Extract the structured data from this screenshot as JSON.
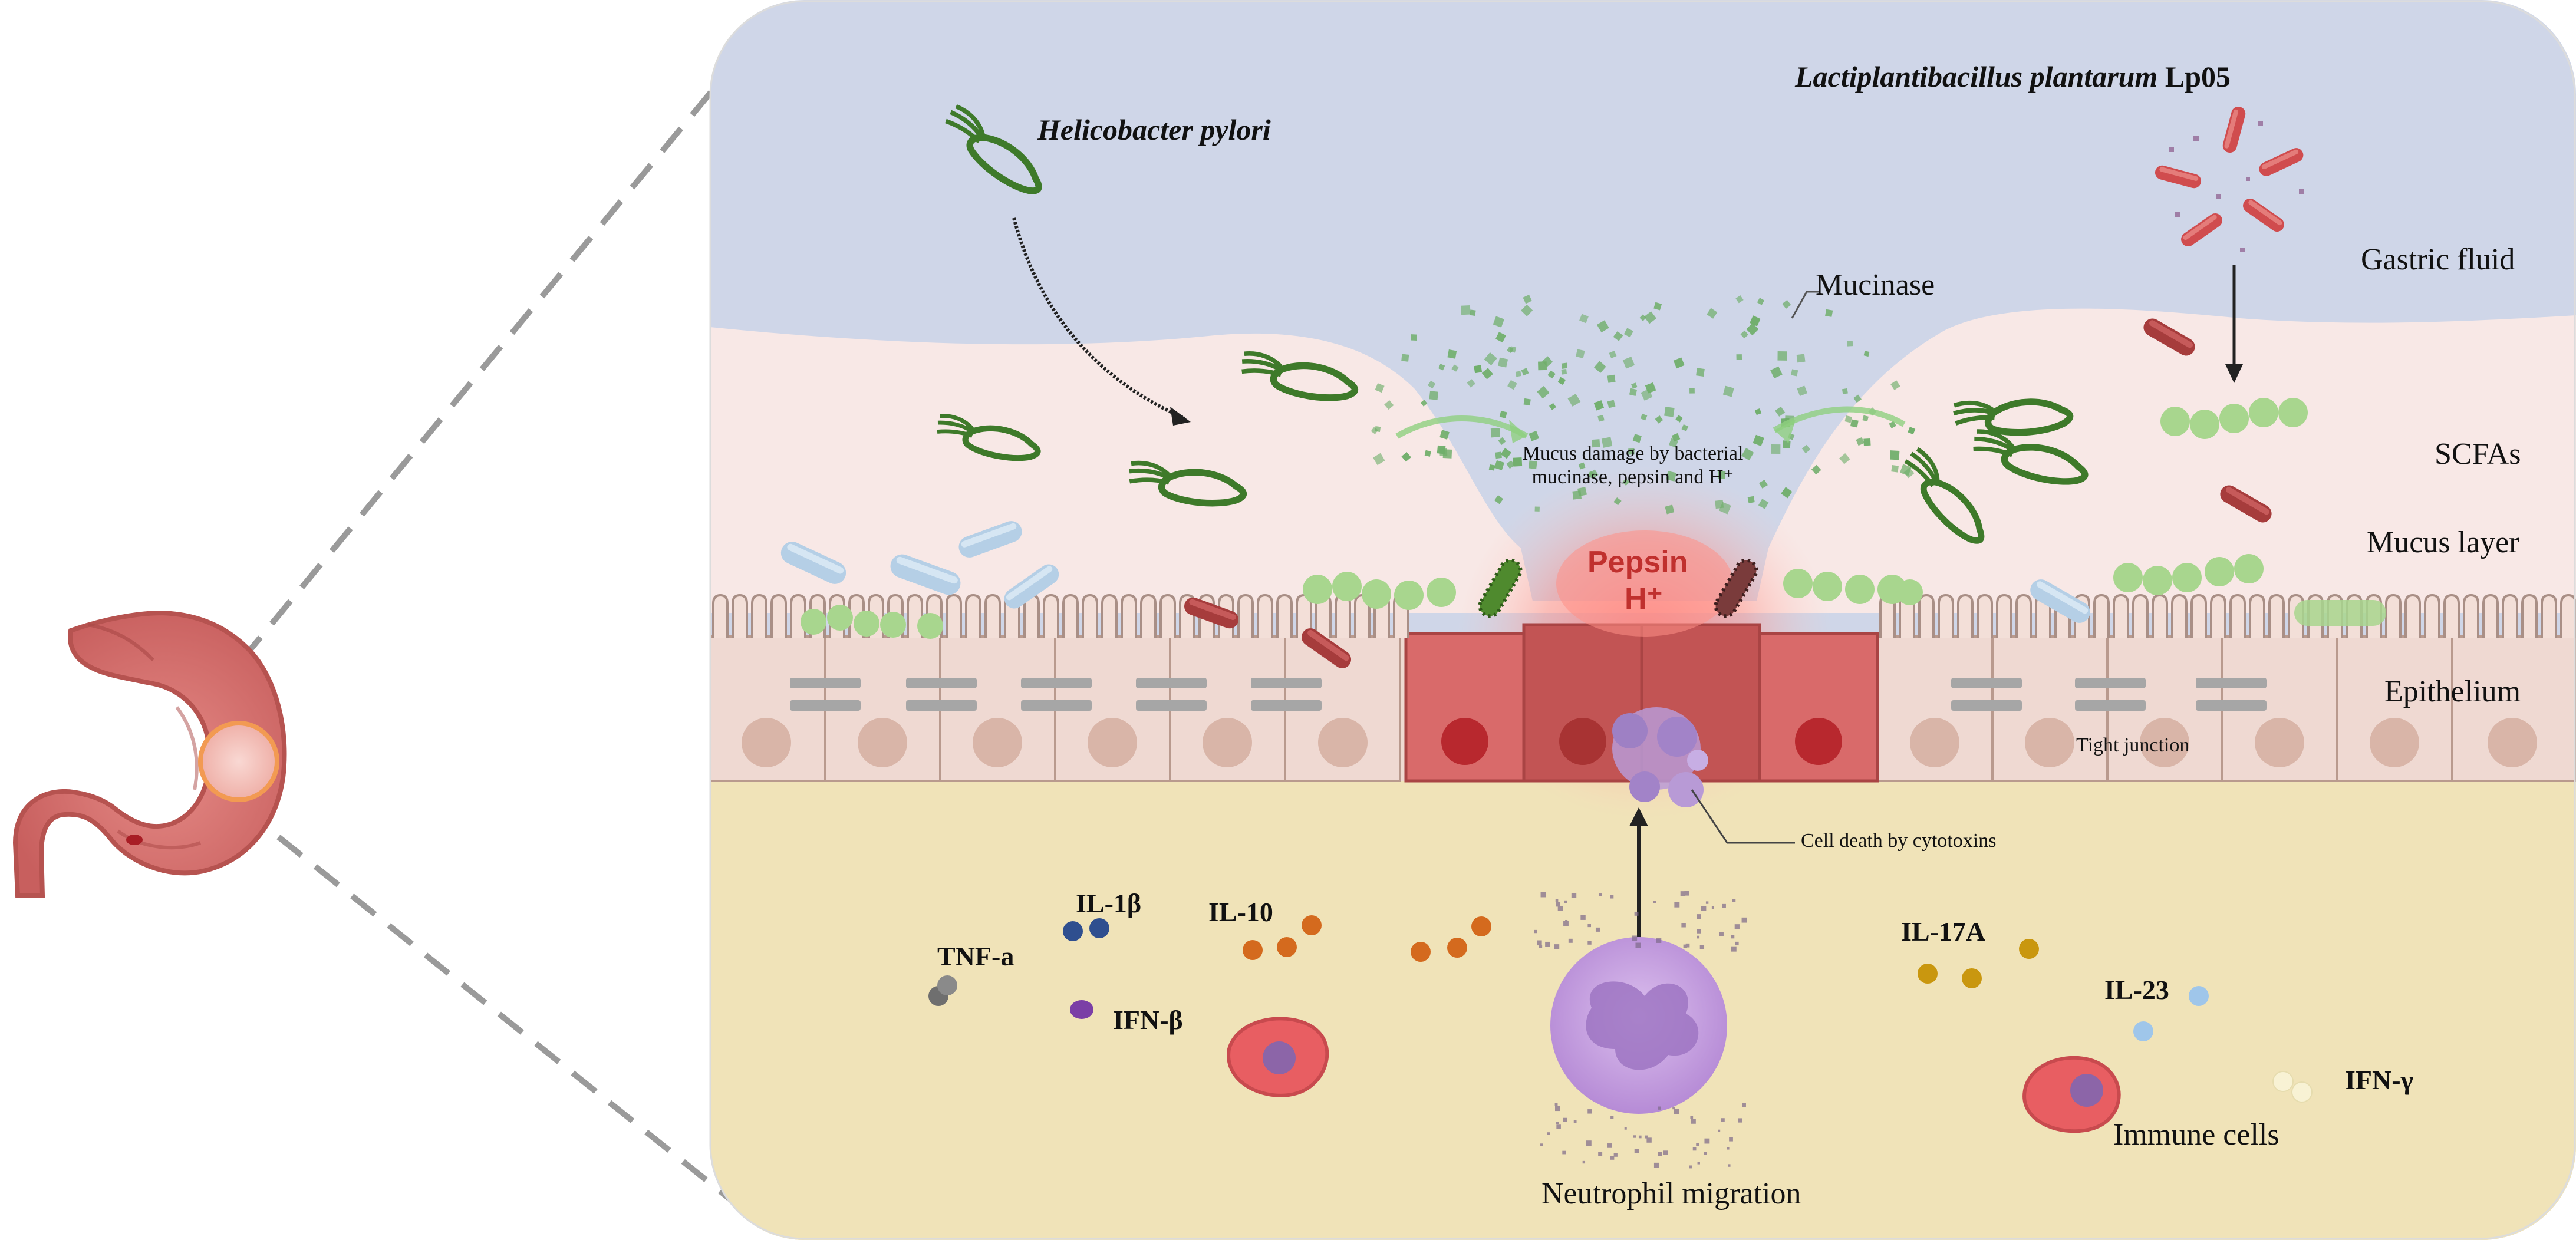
{
  "labels": {
    "hpylori": "Helicobacter pylori",
    "lp_species": "Lactiplantibacillus plantarum",
    "lp_strain": "Lp05",
    "gastric_fluid": "Gastric fluid",
    "mucinase": "Mucinase",
    "scfas": "SCFAs",
    "mucus_layer": "Mucus layer",
    "epithelium": "Epithelium",
    "tight_junction": "Tight junction",
    "mucus_damage_line1": "Mucus damage by bacterial",
    "mucus_damage_line2": "mucinase, pepsin and H⁺",
    "pepsin": "Pepsin",
    "hplus": "H⁺",
    "cell_death": "Cell death by cytotoxins",
    "neutrophil_migration": "Neutrophil migration",
    "immune_cells": "Immune cells"
  },
  "cytokines": {
    "il1b": "IL-1β",
    "il10": "IL-10",
    "tnfa": "TNF-a",
    "ifnb": "IFN-β",
    "il17a": "IL-17A",
    "il23": "IL-23",
    "ifng": "IFN-γ"
  },
  "colors": {
    "gastric_fluid": "#cfd6e8",
    "mucus": "#f8e8e6",
    "lamina": "#f0e3b8",
    "epithelial_cell": "#efd9d2",
    "damaged_cell": "#d96a6a",
    "hpylori": "#3e7a2a",
    "lp05": "#c8474a",
    "scfa": "#a8d68e",
    "commensal_blue": "#b5cfe6",
    "neutrophil": "#c9a6e0",
    "il1b_dot": "#2f4f8f",
    "il10_dot": "#d46a1e",
    "tnfa_dot": "#6f6f6f",
    "ifnb_dot": "#7b3fa6",
    "il17a_dot": "#c9970f",
    "il23_dot": "#9fc6ea",
    "ifng_dot": "#f3ecc8"
  },
  "icons": [
    "stomach-icon",
    "helicobacter-pylori-icon",
    "lactobacillus-icon",
    "neutrophil-icon",
    "immune-cell-icon"
  ]
}
